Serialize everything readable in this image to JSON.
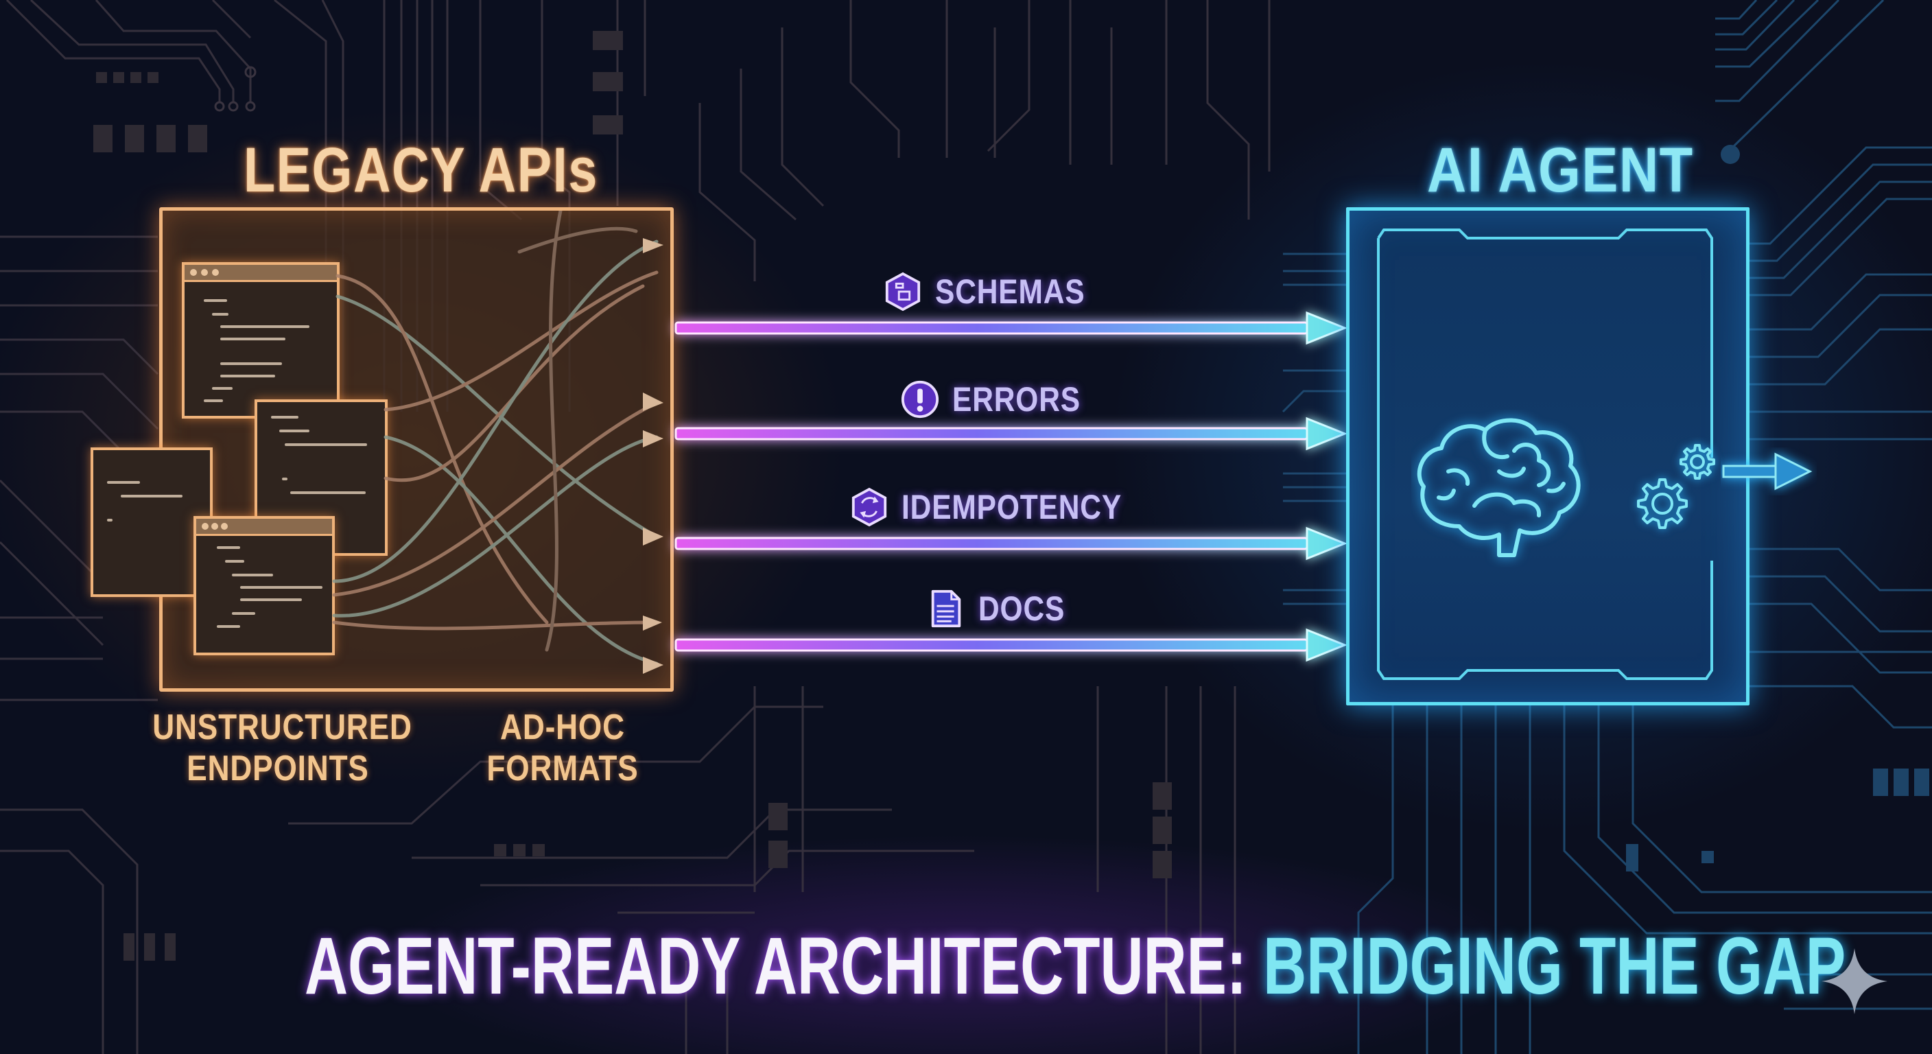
{
  "diagram": {
    "title": {
      "part1": "AGENT-READY ARCHITECTURE:",
      "part2": "BRIDGING THE GAP",
      "part1_color": "#f6f4fb",
      "part2_color": "#7fe6f2"
    },
    "source": {
      "title": "LEGACY APIs",
      "color": "#f0b57d",
      "icon": "code-window-icon",
      "window_count": 4,
      "labels": [
        {
          "line1": "UNSTRUCTURED",
          "line2": "ENDPOINTS"
        },
        {
          "line1": "AD-HOC",
          "line2": "FORMATS"
        }
      ],
      "tangled_connections": 10
    },
    "target": {
      "title": "AI AGENT",
      "color": "#5fe0f5",
      "icons": [
        "brain-icon",
        "gears-icon",
        "output-arrow-icon"
      ]
    },
    "connections": [
      {
        "label": "SCHEMAS",
        "icon": "schema-hexagon-icon"
      },
      {
        "label": "ERRORS",
        "icon": "exclamation-circle-icon"
      },
      {
        "label": "IDEMPOTENCY",
        "icon": "cycle-hexagon-icon"
      },
      {
        "label": "DOCS",
        "icon": "document-icon"
      }
    ],
    "connection_gradient": {
      "start": "#d35cf0",
      "end": "#5fe6f2"
    },
    "background": {
      "color": "#0b0f1f",
      "pattern": "circuit-traces"
    },
    "watermark": {
      "icon": "sparkle-icon",
      "color": "#9aa3b3"
    }
  }
}
